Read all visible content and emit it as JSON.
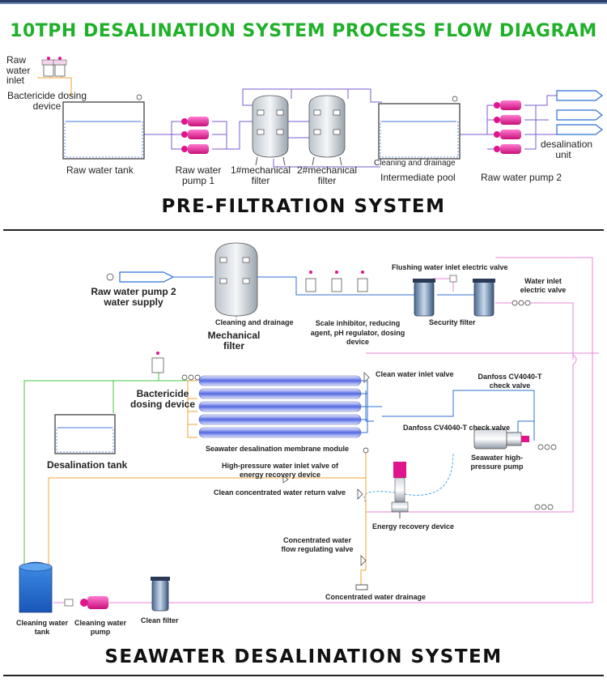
{
  "title": "10TPH DESALINATION SYSTEM PROCESS FLOW DIAGRAM",
  "sections": {
    "pre_filtration": "PRE-FILTRATION SYSTEM",
    "seawater": "SEAWATER DESALINATION SYSTEM"
  },
  "colors": {
    "title_green": "#20b02a",
    "pump_magenta": "#e0148c",
    "pipe_pink": "#e884d8",
    "pipe_purple": "#7a5cd0",
    "pipe_blue": "#2f6fd6",
    "concentrate_orange": "#f2a33a",
    "product_green": "#47c447",
    "water_blue": "#4477dd"
  },
  "pre_filtration": {
    "raw_water_inlet": "Raw water inlet",
    "bactericide_dosing_device": "Bactericide dosing device",
    "raw_water_tank": "Raw water tank",
    "raw_water_pump_1": "Raw water pump 1",
    "mechanical_filter_1": "1#mechanical filter",
    "mechanical_filter_2": "2#mechanical filter",
    "cleaning_and_drainage": "Cleaning and drainage",
    "intermediate_pool": "Intermediate pool",
    "raw_water_pump_2": "Raw water pump 2",
    "desalination_unit": "desalination unit"
  },
  "seawater": {
    "raw_water_pump_2_supply": "Raw water pump 2 water supply",
    "cleaning_and_drainage": "Cleaning and drainage",
    "mechanical_filter": "Mechanical filter",
    "dosing_device": "Scale inhibitor, reducing agent, pH regulator, dosing device",
    "flushing_valve": "Flushing water inlet electric valve",
    "security_filter": "Security filter",
    "water_inlet_valve": "Water inlet electric valve",
    "bactericide_dosing_device": "Bactericide dosing device",
    "clean_water_inlet_valve": "Clean water inlet valve",
    "check_valve_1": "Danfoss CV4040-T check valve",
    "check_valve_2": "Danfoss CV4040-T check valve",
    "desalination_tank": "Desalination tank",
    "membrane_module": "Seawater desalination membrane module",
    "high_pressure_pump": "Seawater high-pressure pump",
    "hp_inlet_valve": "High-pressure water inlet valve of energy recovery device",
    "return_valve": "Clean concentrated water return valve",
    "energy_recovery": "Energy recovery device",
    "flow_regulating_valve": "Concentrated water flow regulating valve",
    "concentrated_drainage": "Concentrated water drainage",
    "cleaning_water_tank": "Cleaning water tank",
    "cleaning_water_pump": "Cleaning water pump",
    "clean_filter": "Clean filter"
  }
}
